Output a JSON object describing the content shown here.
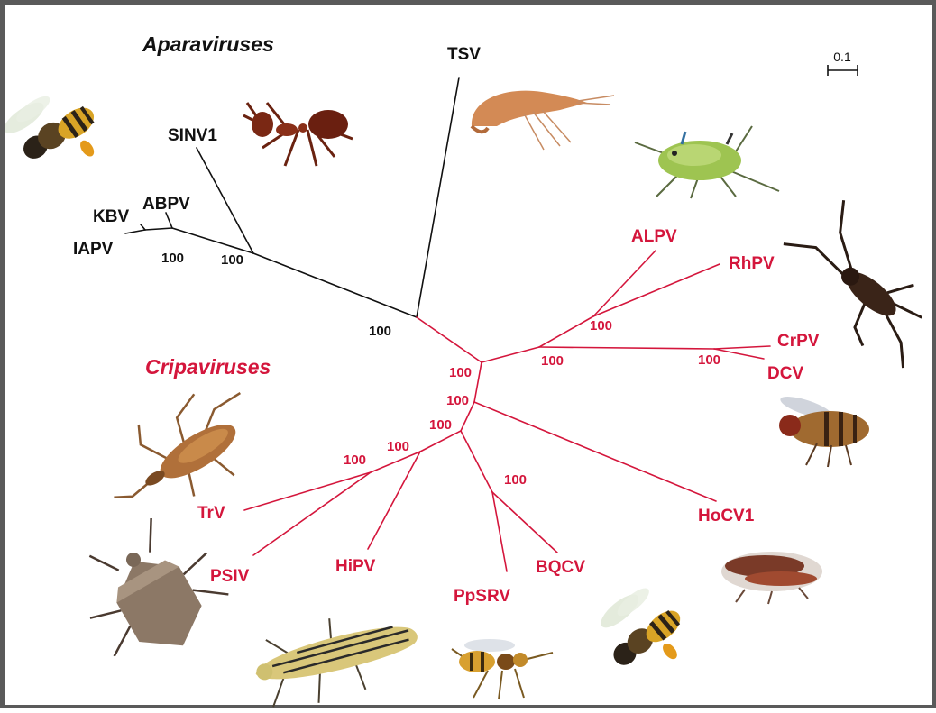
{
  "colors": {
    "aparavirus": "#111111",
    "cripavirus": "#d4163c",
    "frame": "#5a5a5a"
  },
  "groups": {
    "aparaviruses": "Aparaviruses",
    "cripaviruses": "Cripaviruses"
  },
  "scale_bar": {
    "label": "0.1"
  },
  "taxa": {
    "tsv": "TSV",
    "sinv1": "SINV1",
    "abpv": "ABPV",
    "kbv": "KBV",
    "iapv": "IAPV",
    "alpv": "ALPV",
    "rhpv": "RhPV",
    "crpv": "CrPV",
    "dcv": "DCV",
    "hocv1": "HoCV1",
    "bqcv": "BQCV",
    "ppsrv": "PpSRV",
    "hipv": "HiPV",
    "psiv": "PSIV",
    "trv": "TrV"
  },
  "bootstrap": {
    "iapv_kbv": "100",
    "abpv_node": "100",
    "root": "100",
    "alpv_rhpv": "100",
    "crpv_dcv_join": "100",
    "crpv_dcv": "100",
    "cripa_base": "100",
    "hocv_node": "100",
    "lower_node": "100",
    "bqcv_ppsrv": "100",
    "hipv_node": "100",
    "trv_psiv": "100"
  },
  "insects": [
    "honey-bee-icon",
    "ant-icon",
    "shrimp-icon",
    "aphid-icon",
    "cricket-icon",
    "fruit-fly-icon",
    "psyllid-icon",
    "honey-bee-icon",
    "wasp-icon",
    "leafhopper-icon",
    "stink-bug-icon",
    "kissing-bug-icon"
  ]
}
